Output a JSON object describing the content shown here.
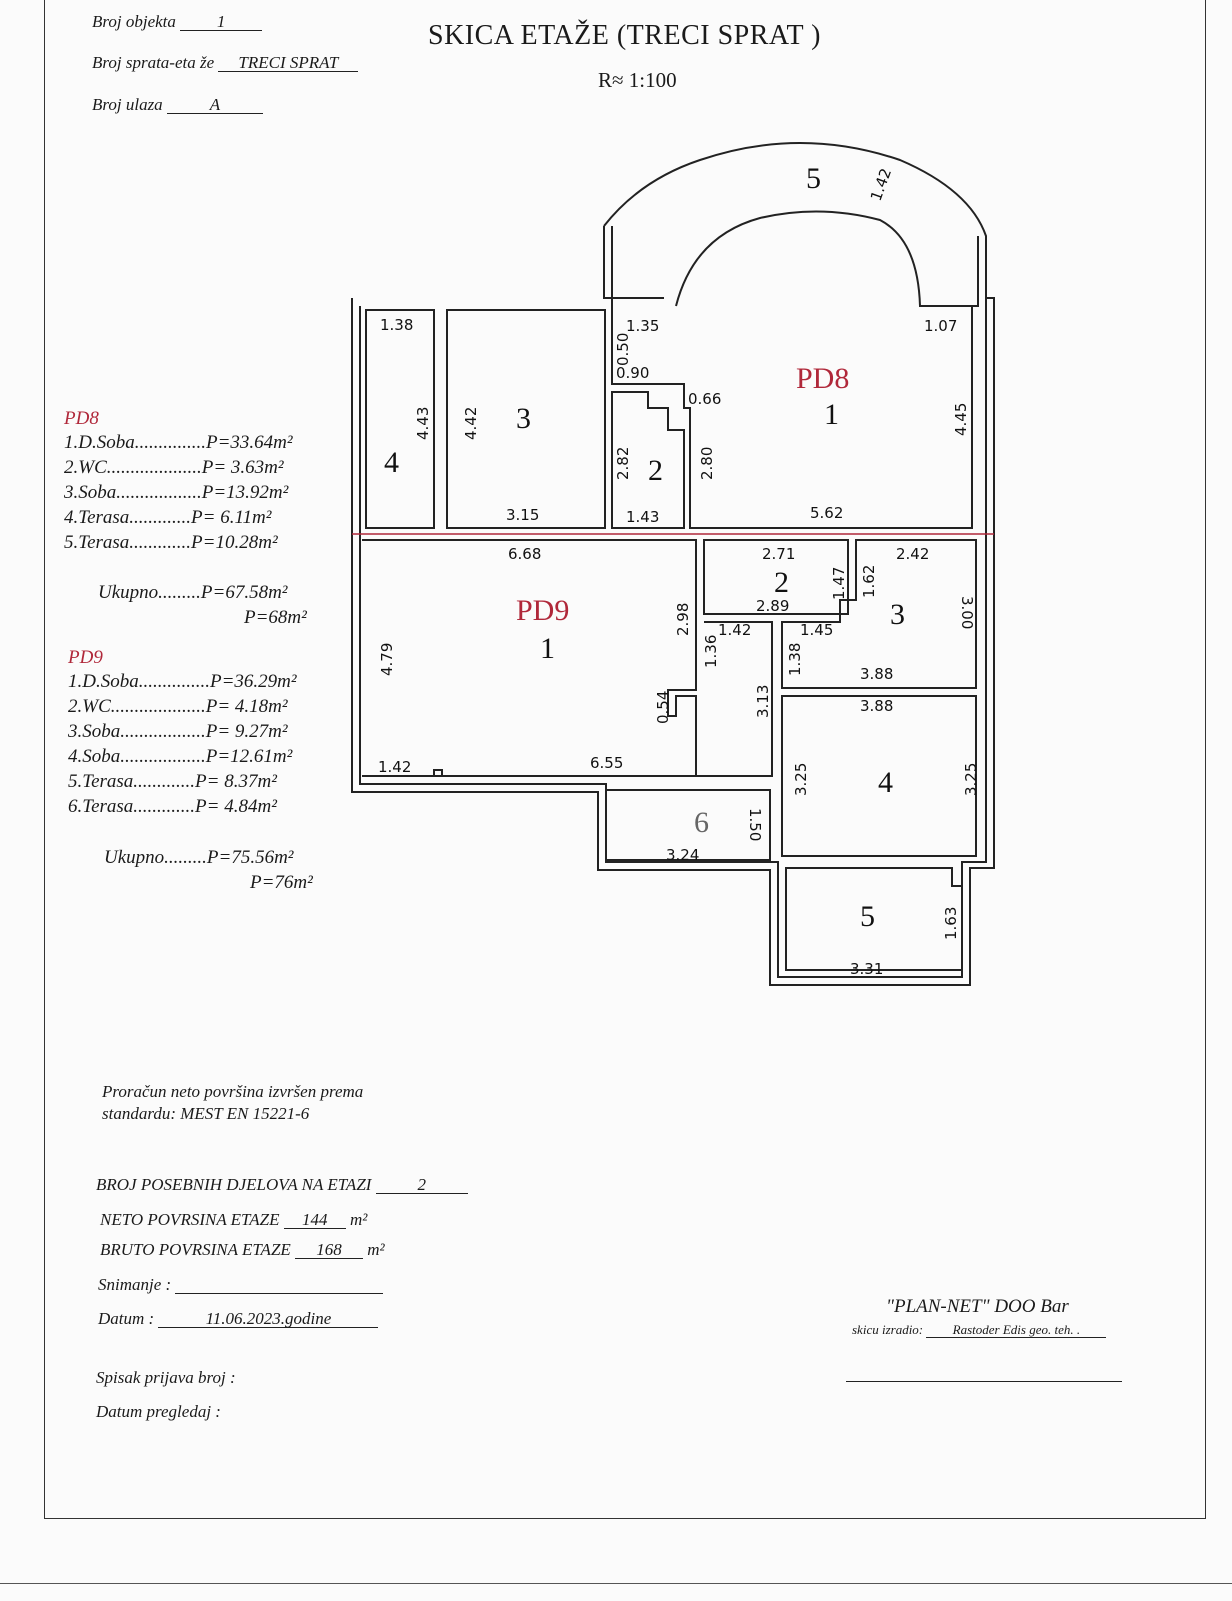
{
  "header": {
    "object_label": "Broj objekta",
    "object_value": "1",
    "floor_label": "Broj sprata-eta že",
    "floor_value": "TRECI SPRAT",
    "entrance_label": "Broj ulaza",
    "entrance_value": "A"
  },
  "title": "SKICA ETAŽE (TRECI SPRAT )",
  "scale": "R≈ 1:100",
  "legend": {
    "pd8": {
      "heading": "PD8",
      "items": [
        "1.D.Soba...............P=33.64m²",
        "2.WC....................P=  3.63m²",
        "3.Soba..................P=13.92m²",
        "4.Terasa.............P=  6.11m²",
        "5.Terasa.............P=10.28m²"
      ],
      "total": "Ukupno.........P=67.58m²",
      "total_rounded": "P=68m²"
    },
    "pd9": {
      "heading": "PD9",
      "items": [
        "1.D.Soba...............P=36.29m²",
        "2.WC....................P=  4.18m²",
        "3.Soba..................P=  9.27m²",
        "4.Soba..................P=12.61m²",
        "5.Terasa.............P=  8.37m²",
        "6.Terasa.............P=  4.84m²"
      ],
      "total": "Ukupno.........P=75.56m²",
      "total_rounded": "P=76m²"
    }
  },
  "plan": {
    "unit_labels": [
      "PD8",
      "PD9"
    ],
    "room_numbers": {
      "pd8_1": "1",
      "pd8_2": "2",
      "pd8_3": "3",
      "pd8_4": "4",
      "pd8_5": "5",
      "pd9_1": "1",
      "pd9_2": "2",
      "pd9_3": "3",
      "pd9_4": "4",
      "pd9_5": "5",
      "pd9_6": "6"
    },
    "dimensions": {
      "d138": "1.38",
      "d443": "4.43",
      "d442": "4.42",
      "d315": "3.15",
      "d135": "1.35",
      "d050": "0.50",
      "d090": "0.90",
      "d066": "0.66",
      "d282": "2.82",
      "d280": "2.80",
      "d143": "1.43",
      "d107": "1.07",
      "d445": "4.45",
      "d562": "5.62",
      "d142arc": "1.42",
      "d668": "6.68",
      "d298": "2.98",
      "d479": "4.79",
      "d142a": "1.42",
      "d655": "6.55",
      "d054": "0.54",
      "d136": "1.36",
      "d142b": "1.42",
      "d313": "3.13",
      "d271": "2.71",
      "d147": "1.47",
      "d289": "2.89",
      "d162": "1.62",
      "d242": "2.42",
      "d300": "3.00",
      "d138b": "1.38",
      "d145": "1.45",
      "d388a": "3.88",
      "d388b": "3.88",
      "d325a": "3.25",
      "d325b": "3.25",
      "d150": "1.50",
      "d324": "3.24",
      "d163": "1.63",
      "d331": "3.31"
    }
  },
  "footer": {
    "calc_line1": "Proračun neto površina izvršen prema",
    "calc_line2": "standardu:   MEST EN 15221-6",
    "parts_label": "BROJ POSEBNIH DJELOVA NA ETAZI",
    "parts_value": "2",
    "net_label": "NETO POVRSINA ETAZE",
    "net_value": "144",
    "gross_label": "BRUTO POVRSINA ETAZE",
    "gross_value": "168",
    "area_unit": "m²",
    "survey_label": "Snimanje :",
    "date_label": "Datum :",
    "date_value": "11.06.2023.godine",
    "company": "\"PLAN-NET\" DOO Bar",
    "drawn_by_label": "skicu izradio:",
    "drawn_by_value": "Rastoder Edis geo. teh. .",
    "list_label": "Spisak prijava broj :",
    "review_label": "Datum pregledaj :"
  }
}
